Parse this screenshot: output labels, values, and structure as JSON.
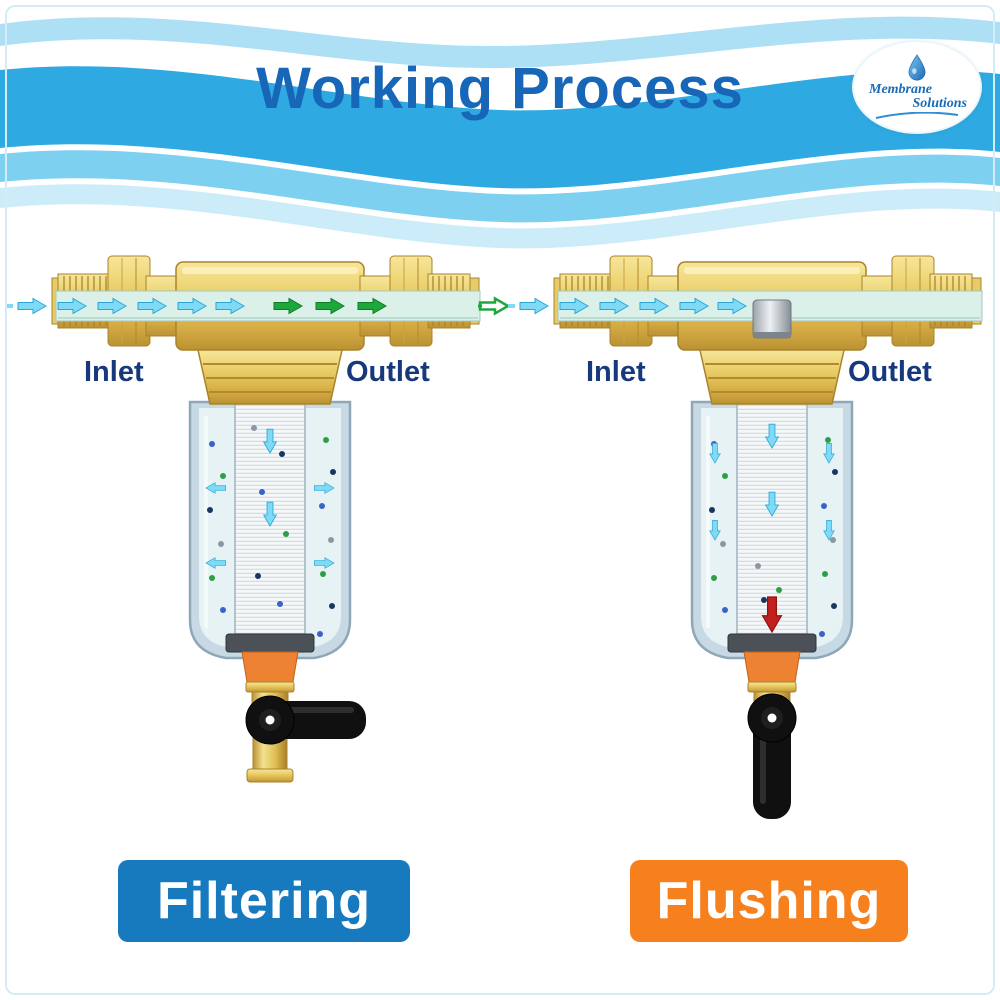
{
  "header": {
    "title": "Working Process"
  },
  "logo": {
    "name_line1": "Membrane",
    "name_line2": "Solutions"
  },
  "diagrams": [
    {
      "mode": "Filtering",
      "inlet": "Inlet",
      "outlet": "Outlet",
      "badge_style": "background:#1779be",
      "flow_in_color": "#7edaf6",
      "flow_out_color": "#1ea83c"
    },
    {
      "mode": "Flushing",
      "inlet": "Inlet",
      "outlet": "Outlet",
      "badge_style": "background:#f6801e",
      "flow_in_color": "#7edaf6",
      "flow_flush_color": "#c21f1f"
    }
  ],
  "colors": {
    "banner_main_blue": "#2fa9e1",
    "banner_light_blue": "#7ed0f1",
    "banner_pale_blue": "#cdecf9",
    "title_blue": "#1766b8",
    "label_navy": "#16387c",
    "brass": "#e9cc66",
    "housing": "#c6d9e4",
    "orange_seal": "#ee8233",
    "valve_black": "#101010"
  }
}
